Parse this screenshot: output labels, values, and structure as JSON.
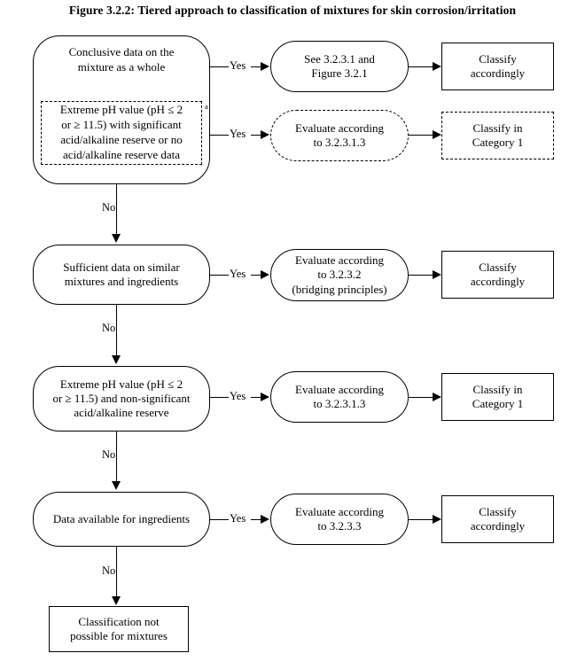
{
  "figure": {
    "title": "Figure 3.2.2:  Tiered approach to classification of mixtures for skin corrosion/irritation"
  },
  "nodes": {
    "n1_head": "Conclusive data on the\nmixture as a whole",
    "n1_subbox": "Extreme pH value (pH ≤ 2\nor ≥ 11.5) with significant\nacid/alkaline reserve or no\nacid/alkaline reserve data",
    "n1_sup": "a",
    "r1_mid": "See 3.2.3.1 and\nFigure 3.2.1",
    "r1_end": "Classify\naccordingly",
    "r2_mid": "Evaluate according\nto 3.2.3.1.3",
    "r2_end": "Classify in\nCategory 1",
    "n2": "Sufficient data on similar\nmixtures and ingredients",
    "r3_mid": "Evaluate according\nto 3.2.3.2\n(bridging principles)",
    "r3_end": "Classify\naccordingly",
    "n3": "Extreme pH value (pH ≤ 2\nor ≥ 11.5) and non-significant\nacid/alkaline reserve",
    "r4_mid": "Evaluate according\nto 3.2.3.1.3",
    "r4_end": "Classify in\nCategory 1",
    "n4": "Data available for ingredients",
    "r5_mid": "Evaluate according\nto 3.2.3.3",
    "r5_end": "Classify\naccordingly",
    "n5": "Classification not\npossible for mixtures"
  },
  "edges": {
    "yes1": "Yes",
    "yes2": "Yes",
    "yes3": "Yes",
    "yes4": "Yes",
    "yes5": "Yes",
    "no1": "No",
    "no2": "No",
    "no3": "No",
    "no4": "No"
  },
  "colors": {
    "ink": "#000000",
    "paper": "#ffffff"
  }
}
